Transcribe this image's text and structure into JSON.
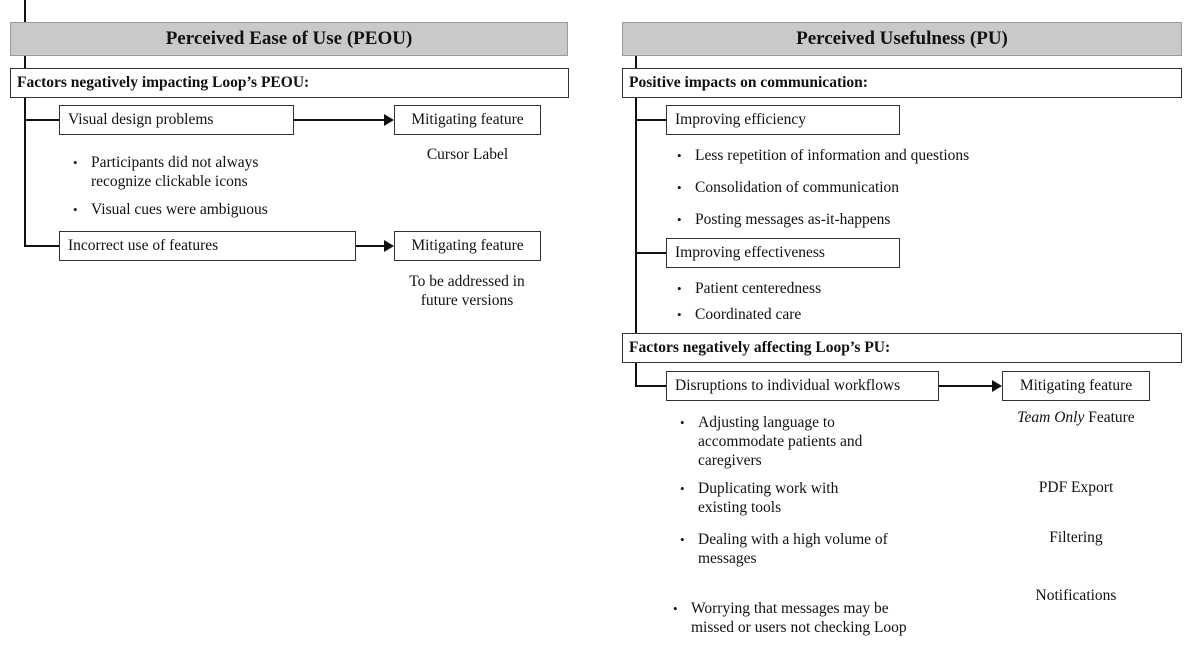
{
  "peou": {
    "header": "Perceived Ease of Use (PEOU)",
    "factors_title": "Factors negatively impacting Loop’s PEOU:",
    "visual_design": "Visual design problems",
    "mitigating_1": "Mitigating feature",
    "cursor_label": "Cursor Label",
    "bullets_1": [
      "Participants did not always recognize clickable icons",
      "Visual cues were ambiguous"
    ],
    "incorrect_use": "Incorrect use of features",
    "mitigating_2": "Mitigating feature",
    "future_note": "To be addressed in future versions"
  },
  "pu": {
    "header": "Perceived Usefulness (PU)",
    "positive_title": "Positive impacts on communication:",
    "efficiency": "Improving efficiency",
    "efficiency_bullets": [
      "Less repetition of information and questions",
      "Consolidation of communication",
      "Posting messages as-it-happens"
    ],
    "effectiveness": "Improving effectiveness",
    "effectiveness_bullets": [
      "Patient centeredness",
      "Coordinated care"
    ],
    "negative_title": "Factors negatively affecting Loop’s PU:",
    "disruptions": "Disruptions to individual workflows",
    "mitigating": "Mitigating feature",
    "disruption_bullets": [
      "Adjusting language to accommodate patients and caregivers",
      "Duplicating work with existing tools",
      "Dealing with a high volume of messages",
      "Worrying that messages may be missed or users not checking Loop"
    ],
    "team_only_italic": "Team Only",
    "team_only_rest": " Feature",
    "pdf_export": "PDF Export",
    "filtering": "Filtering",
    "notifications": "Notifications"
  }
}
